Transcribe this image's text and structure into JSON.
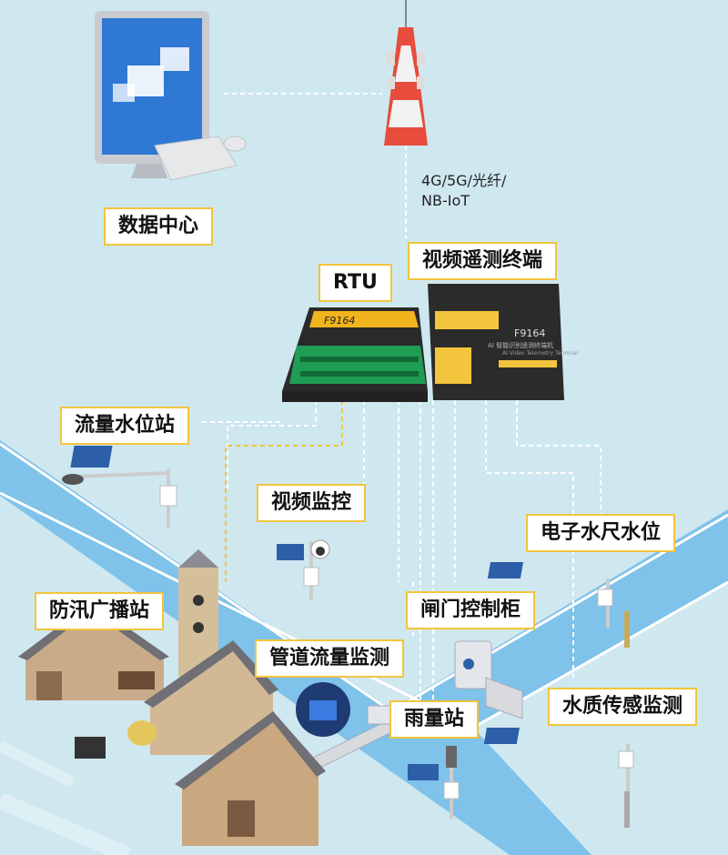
{
  "labels": {
    "data_center": "数据中心",
    "rtu": "RTU",
    "video_terminal": "视频遥测终端",
    "flow_water_station": "流量水位站",
    "video_monitoring": "视频监控",
    "electronic_gauge": "电子水尺水位",
    "flood_broadcast": "防汛广播站",
    "gate_control": "闸门控制柜",
    "pipe_flow": "管道流量监测",
    "rain_station": "雨量站",
    "water_quality": "水质传感监测"
  },
  "network": {
    "line1": "4G/5G/光纤/",
    "line2": "NB-IoT"
  },
  "devices": {
    "rtu_model": "F9164",
    "video_terminal_model": "F9164",
    "video_terminal_desc_cn": "AI 智能识别遥测终端机",
    "video_terminal_desc_en": "AI Video Telemetry Terminal"
  },
  "colors": {
    "background": "#cfe8f0",
    "river": "#7fc2ea",
    "label_border": "#f2c53d",
    "dashed_line": "#ffffff",
    "rtu_dashed_line": "#f2c53d"
  }
}
